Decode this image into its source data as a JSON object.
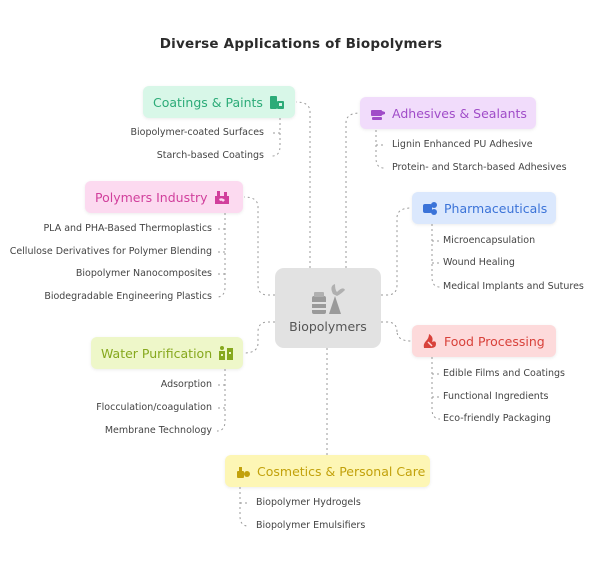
{
  "title": "Diverse Applications of Biopolymers",
  "center": {
    "label": "Biopolymers"
  },
  "categories": [
    {
      "id": "coatings",
      "label": "Coatings & Paints",
      "color": "#2cab78",
      "bg": "#d8f7e8",
      "items": [
        "Biopolymer-coated Surfaces",
        "Starch-based Coatings"
      ]
    },
    {
      "id": "polymers",
      "label": "Polymers Industry",
      "color": "#d13f9c",
      "bg": "#fcdaf0",
      "items": [
        "PLA and PHA-Based Thermoplastics",
        "Cellulose Derivatives for Polymer Blending",
        "Biopolymer Nanocomposites",
        "Biodegradable Engineering Plastics"
      ]
    },
    {
      "id": "water",
      "label": "Water Purification",
      "color": "#86a81e",
      "bg": "#eef7c9",
      "items": [
        "Adsorption",
        "Flocculation/coagulation",
        "Membrane Technology"
      ]
    },
    {
      "id": "cosmetics",
      "label": "Cosmetics & Personal Care",
      "color": "#c2a10b",
      "bg": "#fdf6b5",
      "items": [
        "Biopolymer Hydrogels",
        "Biopolymer Emulsifiers"
      ]
    },
    {
      "id": "adhesives",
      "label": "Adhesives & Sealants",
      "color": "#a04cc8",
      "bg": "#f1dcfb",
      "items": [
        "Lignin Enhanced PU Adhesive",
        "Protein- and Starch-based Adhesives"
      ]
    },
    {
      "id": "pharma",
      "label": "Pharmaceuticals",
      "color": "#3b73d8",
      "bg": "#dbe8fd",
      "items": [
        "Microencapsulation",
        "Wound Healing",
        "Medical Implants and Sutures"
      ]
    },
    {
      "id": "food",
      "label": "Food Processing",
      "color": "#d8413a",
      "bg": "#fddadb",
      "items": [
        "Edible Films and Coatings",
        "Functional Ingredients",
        "Eco-friendly Packaging"
      ]
    }
  ]
}
